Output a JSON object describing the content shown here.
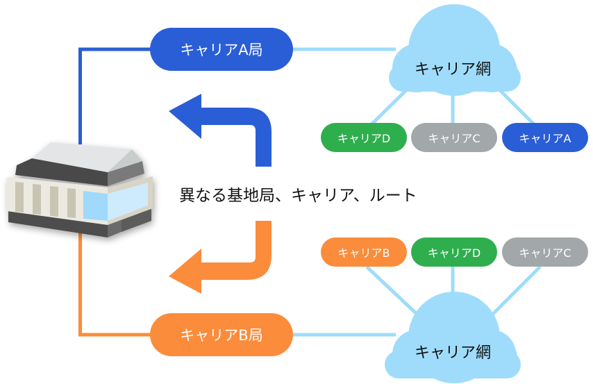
{
  "colors": {
    "carrier_a_blue": "#2a5ed6",
    "carrier_b_orange": "#fb8c3b",
    "carrier_d_green": "#2fae4e",
    "carrier_c_gray": "#a2a7a9",
    "cloud_lightblue": "#9fdcfb",
    "link_lightblue": "#9fdcfb"
  },
  "station_a": {
    "label": "キャリアA局"
  },
  "station_b": {
    "label": "キャリアB局"
  },
  "cloud_top": {
    "label": "キャリア網",
    "carriers": [
      {
        "label": "キャリアD",
        "color": "green"
      },
      {
        "label": "キャリアC",
        "color": "gray"
      },
      {
        "label": "キャリアA",
        "color": "blue"
      }
    ]
  },
  "cloud_bottom": {
    "label": "キャリア網",
    "carriers": [
      {
        "label": "キャリアB",
        "color": "orange"
      },
      {
        "label": "キャリアD",
        "color": "green"
      },
      {
        "label": "キャリアC",
        "color": "gray"
      }
    ]
  },
  "caption": "異なる基地局、キャリア、ルート",
  "icons": {
    "building": "building-icon",
    "arrow_up": "route-arrow-blue",
    "arrow_down": "route-arrow-orange"
  }
}
